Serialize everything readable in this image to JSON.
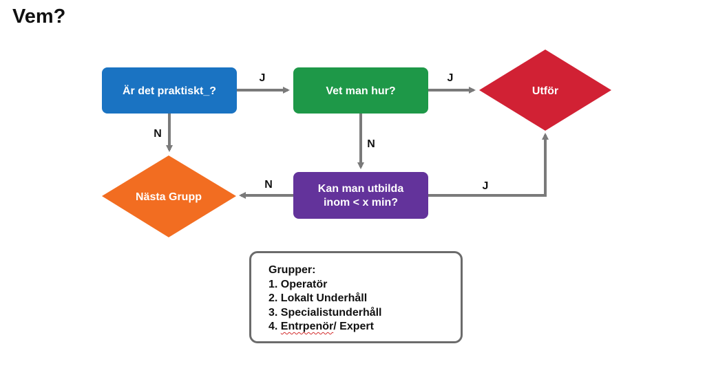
{
  "title": "Vem?",
  "colors": {
    "question_practical": "#1a73c2",
    "question_know_how": "#1e9848",
    "question_train": "#63339b",
    "action_execute": "#d12134",
    "action_next_group": "#f26d21",
    "connector": "#7a7a7a"
  },
  "nodes": {
    "practical": "Är det praktiskt_?",
    "know_how": "Vet man hur?",
    "train_line1": "Kan man utbilda",
    "train_line2": "inom < x min?",
    "execute": "Utför",
    "next_group": "Nästa Grupp"
  },
  "edges": {
    "practical_to_know_how": "J",
    "practical_to_next_group": "N",
    "know_how_to_execute": "J",
    "know_how_to_train": "N",
    "train_to_next_group": "N",
    "train_to_execute": "J"
  },
  "legend": {
    "heading": "Grupper:",
    "item1": "1. Operatör",
    "item2": "2. Lokalt Underhåll",
    "item3": "3. Specialistunderhåll",
    "item4_prefix": "4. ",
    "item4_word": "Entrpenör",
    "item4_rest": "/ Expert"
  }
}
